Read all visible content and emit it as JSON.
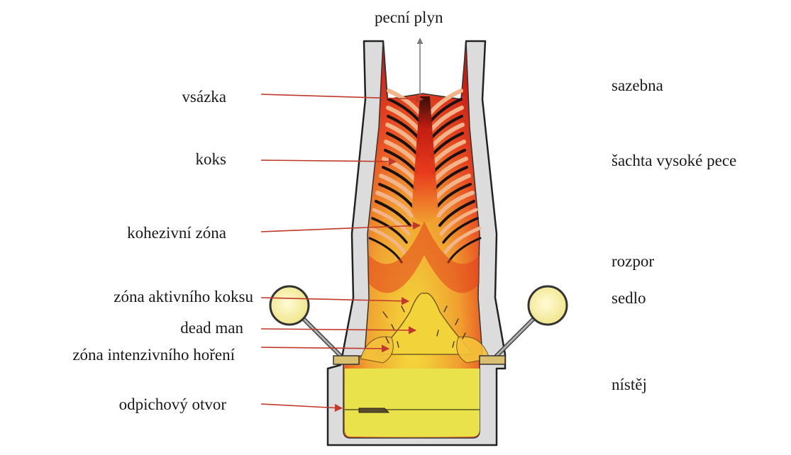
{
  "top_label": "pecní plyn",
  "left_labels": [
    "vsázka",
    "koks",
    "kohezivní zóna",
    "zóna aktivního koksu",
    "dead man",
    "zóna intenzivního hoření",
    "odpichový otvor"
  ],
  "right_labels": [
    "sazebna",
    "šachta vysoké pece",
    "rozpor",
    "sedlo",
    "nístěj"
  ],
  "colors": {
    "wall": "#dcdcdc",
    "wall_outline": "#222222",
    "arrow": "#c0392b",
    "hot_core": "#e3261b",
    "yellow_zone": "#f2d33a",
    "hearth": "#e8e34a",
    "ore_layer": "#f2b48a",
    "coke_layer": "#1a120e"
  }
}
